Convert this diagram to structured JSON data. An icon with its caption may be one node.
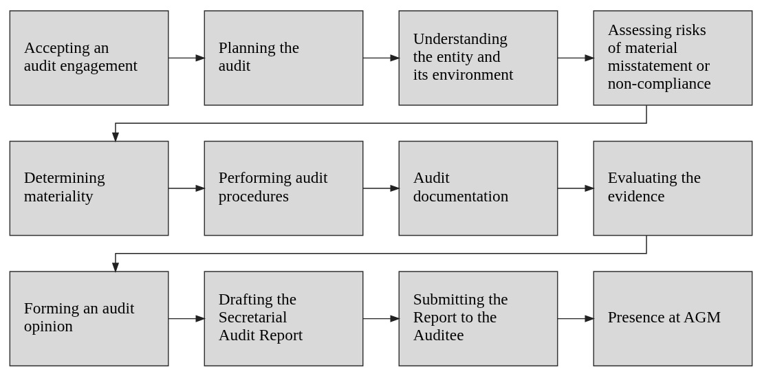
{
  "diagram": {
    "nodes": [
      {
        "text": [
          "Accepting an audit engagement"
        ]
      },
      {
        "text": [
          "Planning the audit"
        ]
      },
      {
        "text": [
          "Understanding the entity and its environment"
        ]
      },
      {
        "text": [
          "Assessing risks of material misstatement or non-compliance"
        ]
      },
      {
        "text": [
          "Determining materiality"
        ]
      },
      {
        "text": [
          "Performing audit procedures"
        ]
      },
      {
        "text": [
          "Audit documentation"
        ]
      },
      {
        "text": [
          "Evaluating the evidence"
        ]
      },
      {
        "text": [
          "Forming an audit opinion"
        ]
      },
      {
        "text": [
          "Drafting the Secretarial Audit Report"
        ]
      },
      {
        "text": [
          "Submitting the Report to the Auditee"
        ]
      },
      {
        "text": [
          "Presence at AGM"
        ]
      }
    ],
    "edges": [
      {
        "from": 0,
        "to": 1,
        "arrow": "to"
      },
      {
        "from": 1,
        "to": 2,
        "arrow": "to"
      },
      {
        "from": 2,
        "to": 3,
        "arrow": "to"
      },
      {
        "from": 3,
        "to": 4,
        "arrow": "to"
      },
      {
        "from": 4,
        "to": 5,
        "arrow": "to"
      },
      {
        "from": 5,
        "to": 6,
        "arrow": "to"
      },
      {
        "from": 6,
        "to": 7,
        "arrow": "to"
      },
      {
        "from": 7,
        "to": 8,
        "arrow": "to"
      },
      {
        "from": 8,
        "to": 9,
        "arrow": "to"
      },
      {
        "from": 9,
        "to": 10,
        "arrow": "to"
      },
      {
        "from": 10,
        "to": 11,
        "arrow": "to"
      }
    ]
  }
}
